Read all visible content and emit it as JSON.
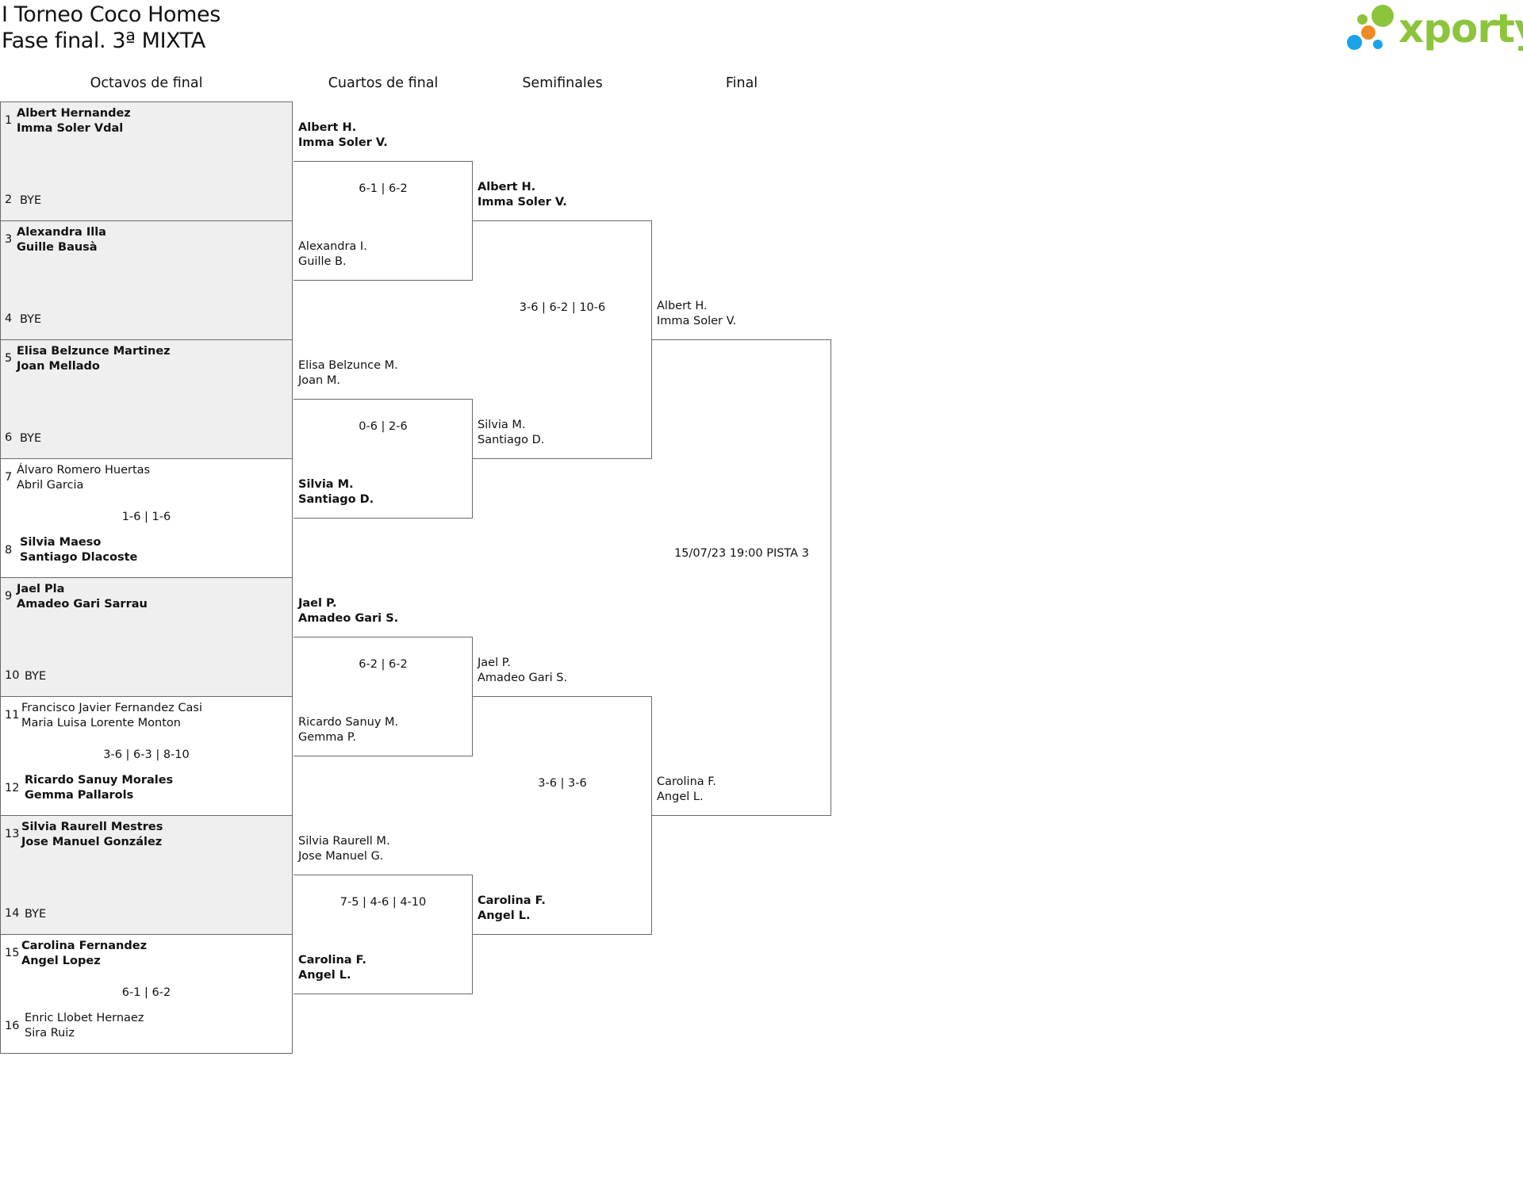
{
  "header": {
    "title": "I Torneo Coco Homes",
    "subtitle": "Fase final. 3ª MIXTA",
    "logo_text": "xporty",
    "logo_colors": {
      "green": "#8cc43c",
      "blue": "#1aa3e8",
      "orange": "#f08a24"
    }
  },
  "rounds": {
    "r16": "Octavos de final",
    "qf": "Cuartos de final",
    "sf": "Semifinales",
    "final": "Final"
  },
  "round_of_16": [
    {
      "seed_a": "1",
      "team_a": [
        "Albert Hernandez",
        "Imma Soler Vdal"
      ],
      "team_a_won": true,
      "seed_b": "2",
      "team_b": [
        "BYE"
      ],
      "team_b_won": false,
      "score": ""
    },
    {
      "seed_a": "3",
      "team_a": [
        "Alexandra Illa",
        "Guille Bausà"
      ],
      "team_a_won": true,
      "seed_b": "4",
      "team_b": [
        "BYE"
      ],
      "team_b_won": false,
      "score": ""
    },
    {
      "seed_a": "5",
      "team_a": [
        "Elisa Belzunce Martinez",
        "Joan Mellado"
      ],
      "team_a_won": true,
      "seed_b": "6",
      "team_b": [
        "BYE"
      ],
      "team_b_won": false,
      "score": ""
    },
    {
      "seed_a": "7",
      "team_a": [
        "Álvaro Romero Huertas",
        "Abril Garcia"
      ],
      "team_a_won": false,
      "seed_b": "8",
      "team_b": [
        "Silvia Maeso",
        "Santiago Dlacoste"
      ],
      "team_b_won": true,
      "score": "1-6 | 1-6"
    },
    {
      "seed_a": "9",
      "team_a": [
        "Jael Pla",
        "Amadeo Gari Sarrau"
      ],
      "team_a_won": true,
      "seed_b": "10",
      "team_b": [
        "BYE"
      ],
      "team_b_won": false,
      "score": ""
    },
    {
      "seed_a": "11",
      "team_a": [
        "Francisco Javier Fernandez Casi",
        "Maria Luisa Lorente Monton"
      ],
      "team_a_won": false,
      "seed_b": "12",
      "team_b": [
        "Ricardo Sanuy Morales",
        "Gemma Pallarols"
      ],
      "team_b_won": true,
      "score": "3-6 | 6-3 | 8-10"
    },
    {
      "seed_a": "13",
      "team_a": [
        "Silvia Raurell Mestres",
        "Jose Manuel González"
      ],
      "team_a_won": true,
      "seed_b": "14",
      "team_b": [
        "BYE"
      ],
      "team_b_won": false,
      "score": ""
    },
    {
      "seed_a": "15",
      "team_a": [
        "Carolina Fernandez",
        "Angel Lopez"
      ],
      "team_a_won": true,
      "seed_b": "16",
      "team_b": [
        "Enric Llobet Hernaez",
        "Sira Ruiz"
      ],
      "team_b_won": false,
      "score": "6-1 | 6-2"
    }
  ],
  "quarterfinals": [
    {
      "team_a": [
        "Albert H.",
        "Imma Soler V."
      ],
      "team_a_won": true,
      "team_b": [
        "Alexandra I.",
        "Guille B."
      ],
      "team_b_won": false,
      "score": "6-1 | 6-2"
    },
    {
      "team_a": [
        "Elisa Belzunce M.",
        "Joan M."
      ],
      "team_a_won": false,
      "team_b": [
        "Silvia M.",
        "Santiago D."
      ],
      "team_b_won": true,
      "score": "0-6 | 2-6"
    },
    {
      "team_a": [
        "Jael P.",
        "Amadeo Gari S."
      ],
      "team_a_won": true,
      "team_b": [
        "Ricardo Sanuy M.",
        "Gemma P."
      ],
      "team_b_won": false,
      "score": "6-2 | 6-2"
    },
    {
      "team_a": [
        "Silvia Raurell M.",
        "Jose Manuel G."
      ],
      "team_a_won": false,
      "team_b": [
        "Carolina F.",
        "Angel L."
      ],
      "team_b_won": true,
      "score": "7-5 | 4-6 | 4-10"
    }
  ],
  "semifinals": [
    {
      "team_a": [
        "Albert H.",
        "Imma Soler V."
      ],
      "team_a_won": true,
      "team_b": [
        "Silvia M.",
        "Santiago D."
      ],
      "team_b_won": false,
      "score": "3-6 | 6-2 | 10-6"
    },
    {
      "team_a": [
        "Jael P.",
        "Amadeo Gari S."
      ],
      "team_a_won": false,
      "team_b": [
        "Carolina F.",
        "Angel L."
      ],
      "team_b_won": true,
      "score": "3-6 | 3-6"
    }
  ],
  "final": {
    "team_a": [
      "Albert H.",
      "Imma Soler V."
    ],
    "team_a_won": false,
    "team_b": [
      "Carolina F.",
      "Angel L."
    ],
    "team_b_won": false,
    "schedule": "15/07/23 19:00 PISTA 3"
  }
}
